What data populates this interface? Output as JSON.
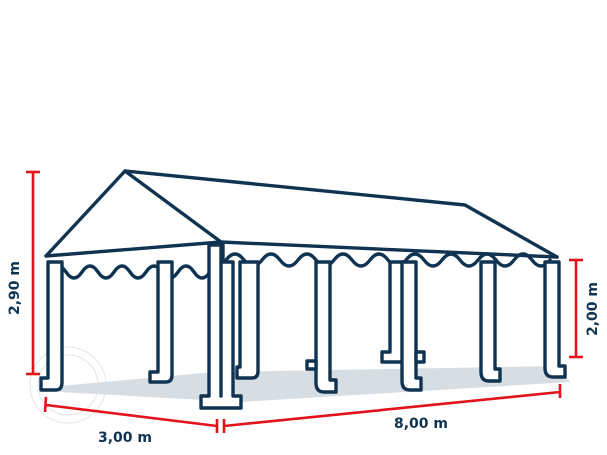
{
  "diagram": {
    "subject": "Party tent 3 x 8 m, side view with dimensions",
    "colors": {
      "frame": "#0f3350",
      "dimension_lines": "#e3121b",
      "ground_shadow": "#d6dde3",
      "background": "#ffffff"
    },
    "dimensions": {
      "ridge_height": {
        "label": "2,90 m",
        "value": 2.9,
        "unit": "m"
      },
      "side_height": {
        "label": "2,00 m",
        "value": 2.0,
        "unit": "m"
      },
      "width": {
        "label": "3,00 m",
        "value": 3.0,
        "unit": "m"
      },
      "length": {
        "label": "8,00 m",
        "value": 8.0,
        "unit": "m"
      }
    },
    "watermark": "faint circular stamp (lower left)"
  }
}
